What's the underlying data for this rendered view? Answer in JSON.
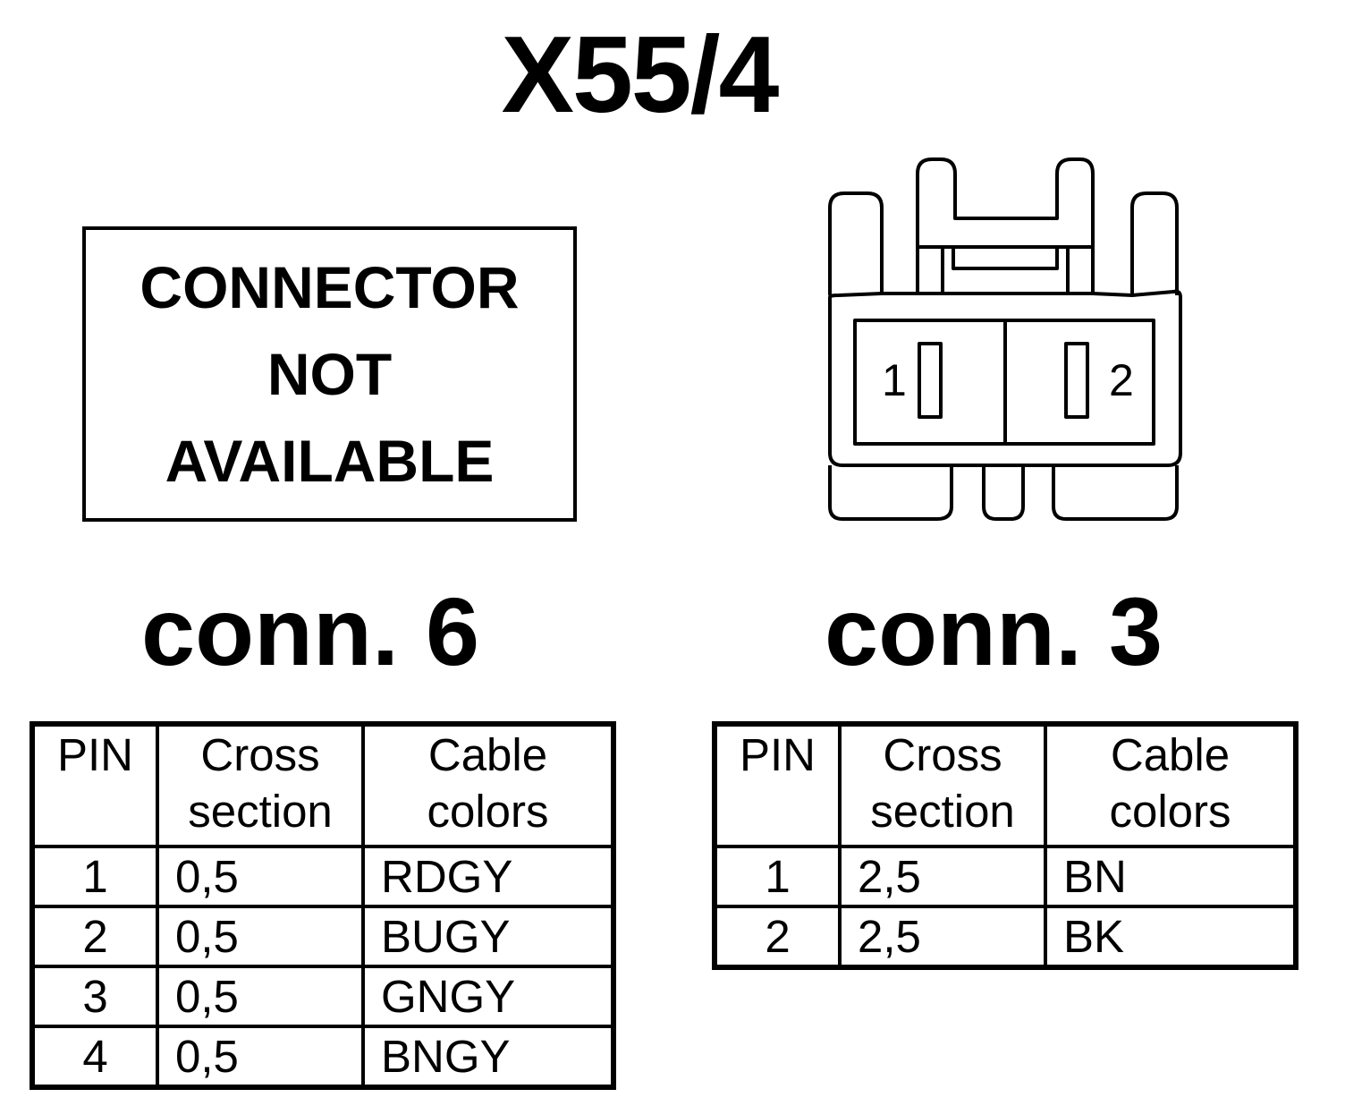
{
  "title": "X55/4",
  "not_available": {
    "lines": [
      "CONNECTOR",
      "NOT",
      "AVAILABLE"
    ]
  },
  "connector_diagram": {
    "pin_labels": [
      "1",
      "2"
    ]
  },
  "connectors": [
    {
      "label": "conn. 6",
      "table": {
        "headers": [
          "PIN",
          "Cross\nsection",
          "Cable\ncolors"
        ],
        "rows": [
          [
            "1",
            "0,5",
            "RDGY"
          ],
          [
            "2",
            "0,5",
            "BUGY"
          ],
          [
            "3",
            "0,5",
            "GNGY"
          ],
          [
            "4",
            "0,5",
            "BNGY"
          ]
        ]
      }
    },
    {
      "label": "conn. 3",
      "table": {
        "headers": [
          "PIN",
          "Cross\nsection",
          "Cable\ncolors"
        ],
        "rows": [
          [
            "1",
            "2,5",
            "BN"
          ],
          [
            "2",
            "2,5",
            "BK"
          ]
        ]
      }
    }
  ]
}
